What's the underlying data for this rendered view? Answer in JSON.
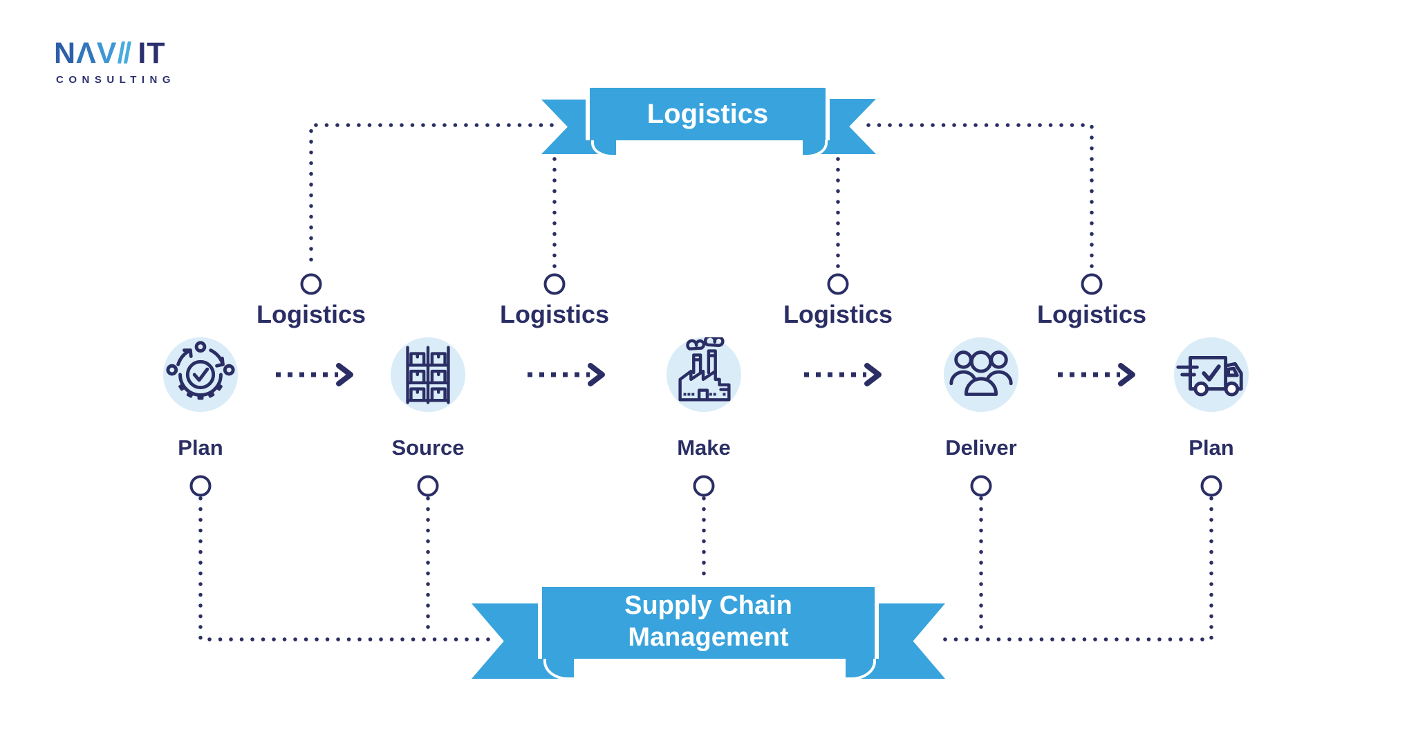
{
  "logo": {
    "wordmark_n": "N",
    "wordmark_a": "Λ",
    "wordmark_v": "V",
    "wordmark_slashes": "//",
    "wordmark_it": "IT",
    "subtitle": "CONSULTING"
  },
  "top_banner": {
    "label": "Logistics"
  },
  "bottom_banner": {
    "line1": "Supply Chain",
    "line2": "Management"
  },
  "connector_labels": [
    {
      "label": "Logistics"
    },
    {
      "label": "Logistics"
    },
    {
      "label": "Logistics"
    },
    {
      "label": "Logistics"
    }
  ],
  "stages": [
    {
      "name": "Plan",
      "icon": "gear-check-icon"
    },
    {
      "name": "Source",
      "icon": "warehouse-rack-icon"
    },
    {
      "name": "Make",
      "icon": "factory-icon"
    },
    {
      "name": "Deliver",
      "icon": "people-group-icon"
    },
    {
      "name": "Plan",
      "icon": "delivery-truck-icon"
    }
  ],
  "colors": {
    "ribbon_blue": "#38A3DC",
    "navy": "#2A2E64",
    "icon_circle_bg": "#D9ECF8",
    "logo_blue_light": "#48ABE0",
    "logo_blue": "#2D5FA8",
    "logo_navy": "#2B2F6E",
    "background": "#FFFFFF"
  }
}
